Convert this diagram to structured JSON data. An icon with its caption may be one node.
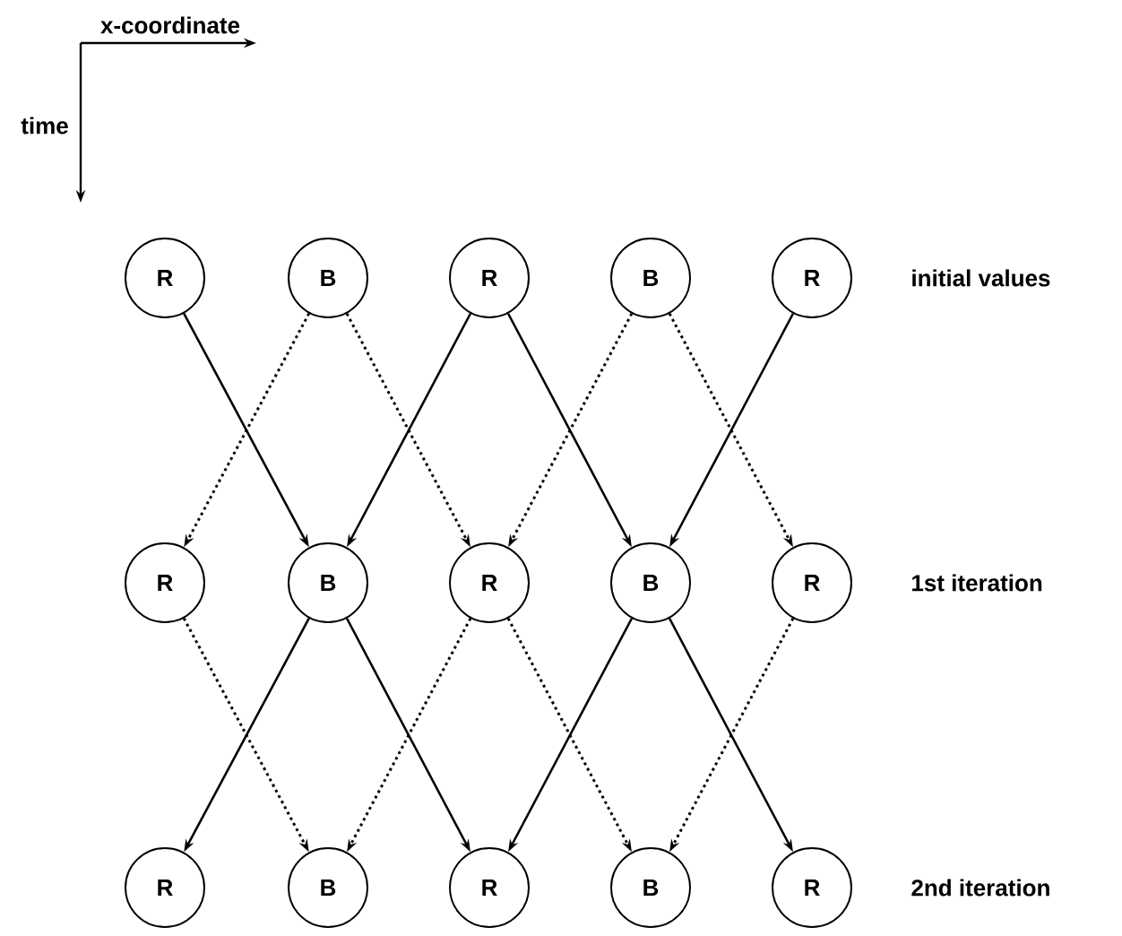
{
  "diagram": {
    "nodes": [
      {
        "text": [
          "R"
        ]
      },
      {
        "text": [
          "B"
        ]
      },
      {
        "text": [
          "R"
        ]
      },
      {
        "text": [
          "B"
        ]
      },
      {
        "text": [
          "R"
        ]
      },
      {
        "text": [
          "R"
        ]
      },
      {
        "text": [
          "B"
        ]
      },
      {
        "text": [
          "R"
        ]
      },
      {
        "text": [
          "B"
        ]
      },
      {
        "text": [
          "R"
        ]
      },
      {
        "text": [
          "R"
        ]
      },
      {
        "text": [
          "B"
        ]
      },
      {
        "text": [
          "R"
        ]
      },
      {
        "text": [
          "B"
        ]
      },
      {
        "text": [
          "R"
        ]
      }
    ],
    "edges": [
      {
        "from": 0,
        "to": 6,
        "arrow": "to"
      },
      {
        "from": 1,
        "to": 5,
        "arrow": "to",
        "style": "dashed"
      },
      {
        "from": 1,
        "to": 7,
        "arrow": "to",
        "style": "dashed"
      },
      {
        "from": 2,
        "to": 6,
        "arrow": "to"
      },
      {
        "from": 2,
        "to": 8,
        "arrow": "to"
      },
      {
        "from": 3,
        "to": 7,
        "arrow": "to",
        "style": "dashed"
      },
      {
        "from": 3,
        "to": 9,
        "arrow": "to",
        "style": "dashed"
      },
      {
        "from": 4,
        "to": 8,
        "arrow": "to"
      },
      {
        "from": 5,
        "to": 11,
        "arrow": "to",
        "style": "dashed"
      },
      {
        "from": 6,
        "to": 10,
        "arrow": "to"
      },
      {
        "from": 6,
        "to": 12,
        "arrow": "to"
      },
      {
        "from": 7,
        "to": 11,
        "arrow": "to",
        "style": "dashed"
      },
      {
        "from": 7,
        "to": 13,
        "arrow": "to",
        "style": "dashed"
      },
      {
        "from": 8,
        "to": 12,
        "arrow": "to"
      },
      {
        "from": 8,
        "to": 14,
        "arrow": "to"
      },
      {
        "from": 9,
        "to": 13,
        "arrow": "to",
        "style": "dashed"
      }
    ],
    "labels": [
      "x-coordinate",
      "time",
      "initial values",
      "1st iteration",
      "2nd iteration"
    ]
  }
}
